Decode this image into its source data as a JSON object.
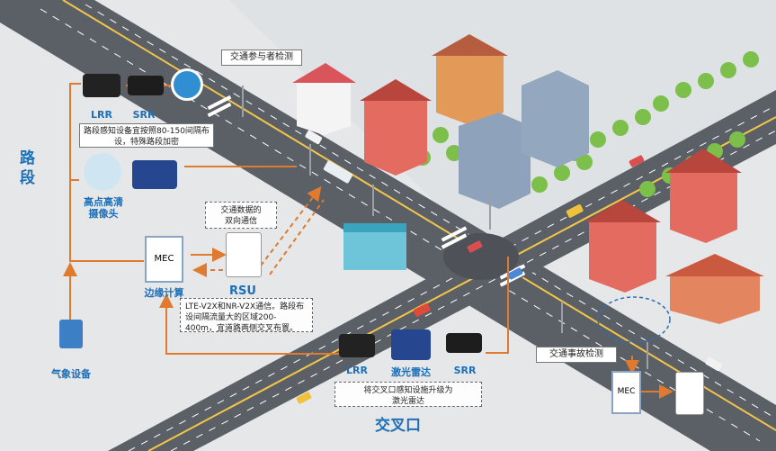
{
  "section_labels": {
    "road_segment": "路段",
    "intersection": "交叉口"
  },
  "devices": {
    "lrr_top": "LRR",
    "srr_top": "SRR",
    "hd_camera": "高点高清\n摄像头",
    "mec_left": "MEC",
    "edge_computing": "边缘计算",
    "rsu": "RSU",
    "weather": "气象设备",
    "lrr_bottom": "LRR",
    "lidar": "激光雷达",
    "srr_bottom": "SRR",
    "mec_right": "MEC"
  },
  "notes": {
    "traffic_participant_detection": "交通参与者检测",
    "segment_sensing_spacing": "路段感知设备宜按照80-150间隔布设，特殊路段加密",
    "bidirectional_data": "交通数据的\n双向通信",
    "lte_v2x_note": "LTE-V2X和NR-V2X通信。路段布设间隔流量大的区域200-400m，宜道路两侧交叉布置。",
    "intersection_upgrade": "将交叉口感知设施升级为\n激光雷达",
    "accident_detection": "交通事故检测"
  },
  "colors": {
    "accent_blue": "#1f6fb6",
    "link_orange": "#e07a2e",
    "road": "#5b5f66",
    "background": "#e6e7e9"
  }
}
